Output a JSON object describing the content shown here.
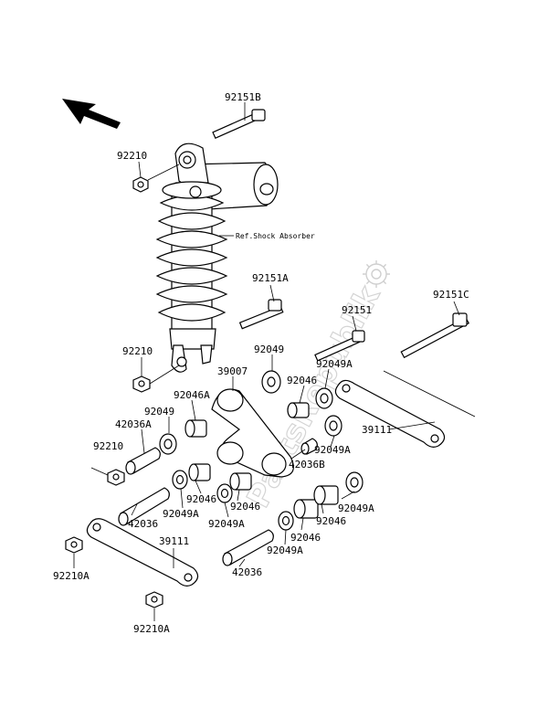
{
  "labels": {
    "p92151B": "92151B",
    "p92210_top": "92210",
    "ref_shock": "Ref.Shock Absorber",
    "p92151A": "92151A",
    "p92151C": "92151C",
    "p92151": "92151",
    "p92210_mid": "92210",
    "p92049_a": "92049",
    "p39007": "39007",
    "p92049A_a": "92049A",
    "p92046_a": "92046",
    "p92046A": "92046A",
    "p92049_b": "92049",
    "p39111_right": "39111",
    "p42036A": "42036A",
    "p92210_low": "92210",
    "p92049A_b": "92049A",
    "p42036B": "42036B",
    "p92046_b": "92046",
    "p92046_c": "92046",
    "p92049A_c": "92049A",
    "p92049A_d": "92049A",
    "p92046_d": "92046",
    "p42036_left": "42036",
    "p92049A_e": "92049A",
    "p39111_left": "39111",
    "p92046_e": "92046",
    "p92049A_f": "92049A",
    "p42036_right": "42036",
    "p92210A_a": "92210A",
    "p92210A_b": "92210A"
  },
  "watermark": "PartsRepublik",
  "colors": {
    "ink": "#000000",
    "watermark": "#cfcfcf",
    "background": "#ffffff"
  },
  "icons": {
    "direction": "front-arrow-icon",
    "watermark": "gear-icon"
  }
}
